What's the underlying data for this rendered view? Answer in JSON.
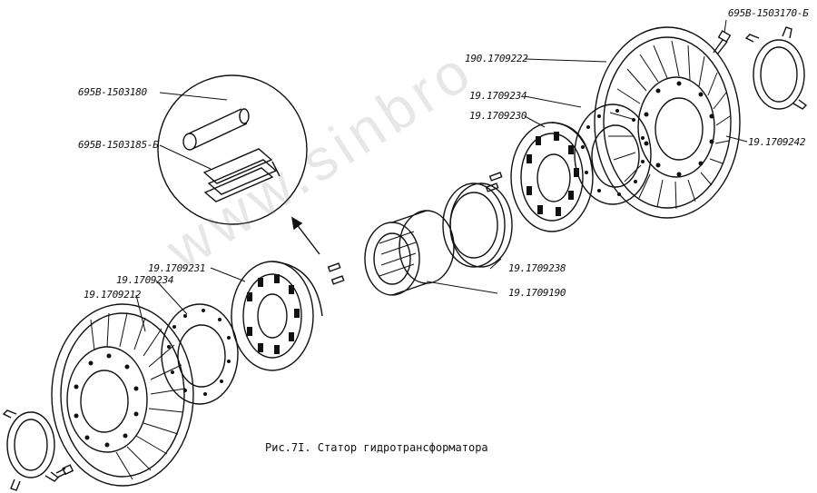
{
  "caption": "Рис.7I. Статор гидротрансформатора",
  "watermark": "www.sinbro",
  "colors": {
    "line": "#111111",
    "paper": "#ffffff"
  },
  "labels": {
    "bolt_top": "695В-1503170-Б",
    "pin": "695В-1503180",
    "clip": "695В-1503185-Б",
    "turbine_right": "190.1709222",
    "disc_right_a": "19.1709234",
    "disc_right_b": "19.1709230",
    "lockplate_right": "19.1709242",
    "race_ring": "19.1709238",
    "roller_cage": "19.1709190",
    "stator_left": "19.1709231",
    "disc_left": "19.1709234",
    "turbine_left": "19.1709212"
  }
}
